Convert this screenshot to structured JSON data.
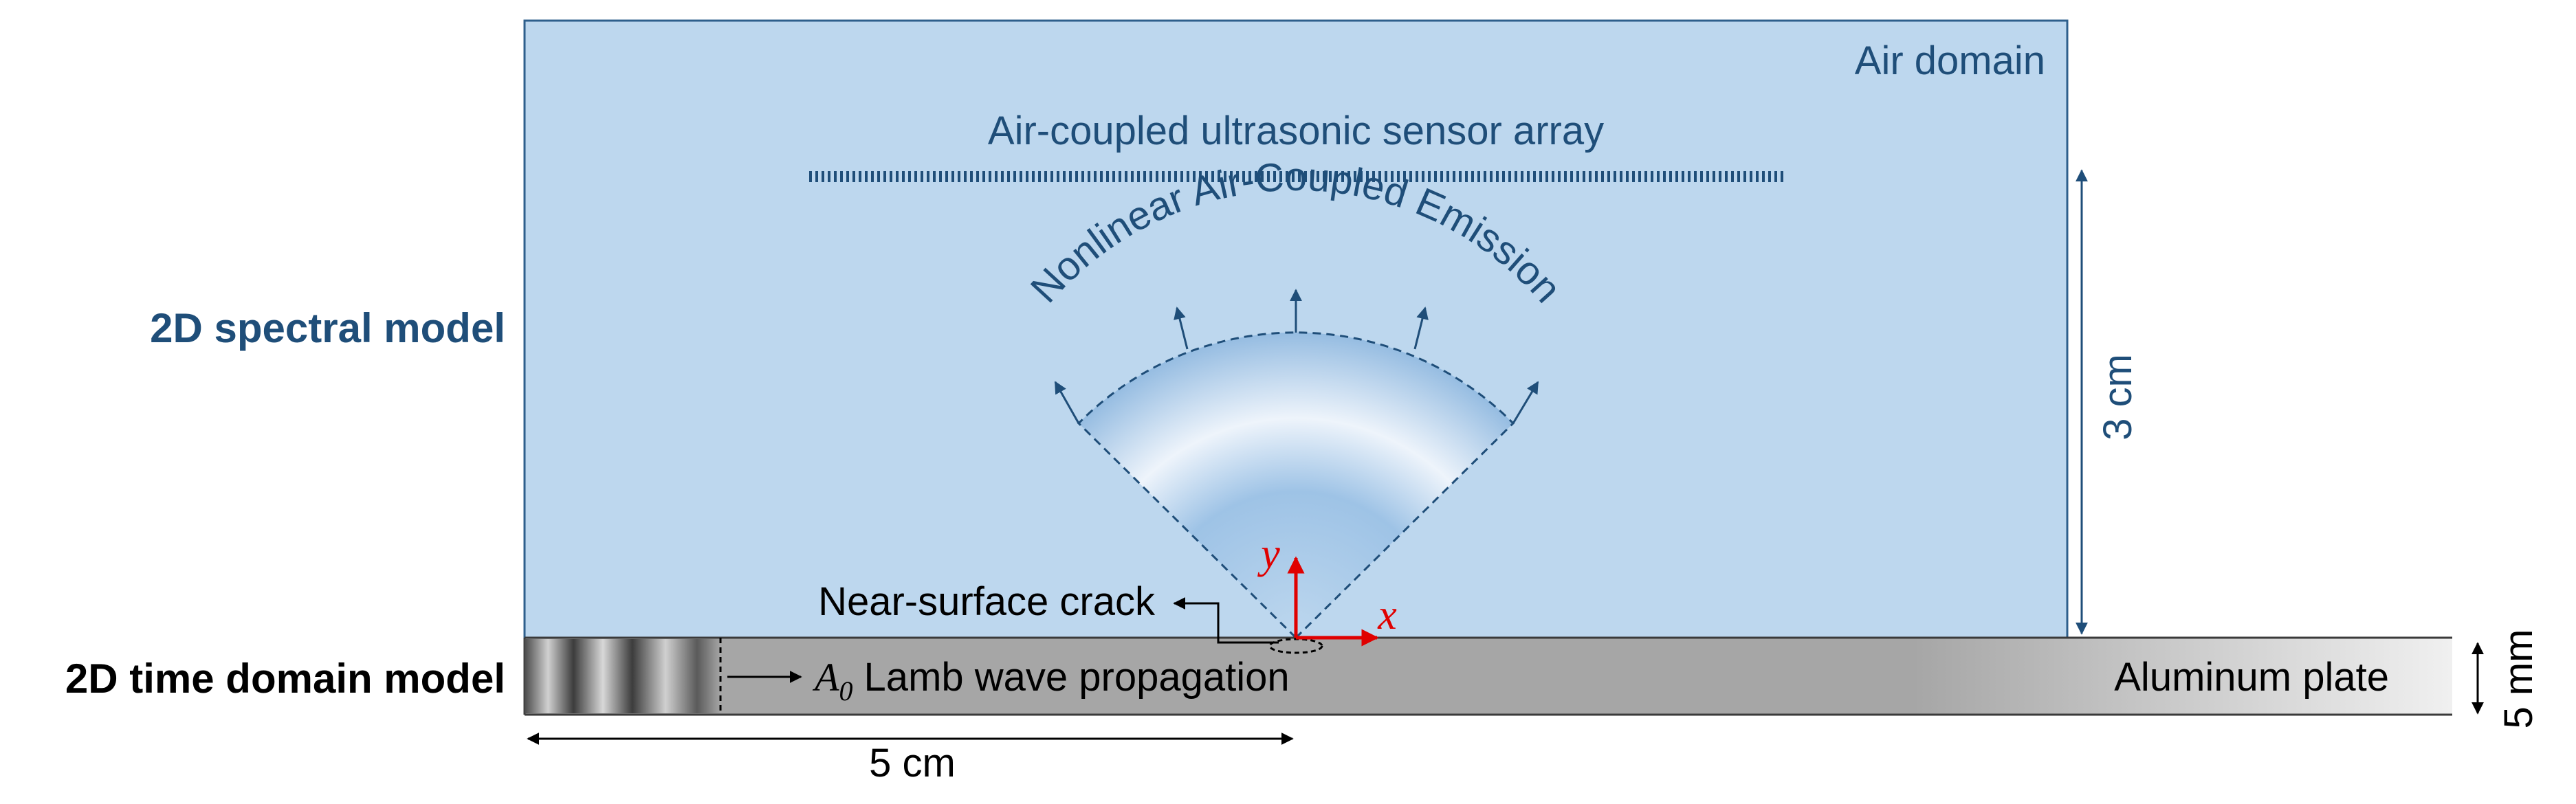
{
  "labels": {
    "spectral_model": "2D spectral model",
    "time_domain_model": "2D time domain model",
    "air_domain": "Air domain",
    "sensor_array": "Air-coupled ultrasonic sensor array",
    "emission": "Nonlinear Air-Coupled Emission",
    "crack": "Near-surface crack",
    "lamb_symbol": "A",
    "lamb_subscript": "0",
    "lamb_text": " Lamb wave propagation",
    "plate": "Aluminum plate",
    "axis_x": "x",
    "axis_y": "y"
  },
  "dimensions": {
    "air_height": "3 cm",
    "plate_thickness": "5 mm",
    "length": "5 cm"
  },
  "colors": {
    "air_fill": "#bdd7ee",
    "air_border": "#2e5f8c",
    "text_blue": "#1f4e79",
    "axis_red": "#e00000",
    "plate_gray": "#a6a6a6",
    "plate_border": "#3a3a3a"
  }
}
